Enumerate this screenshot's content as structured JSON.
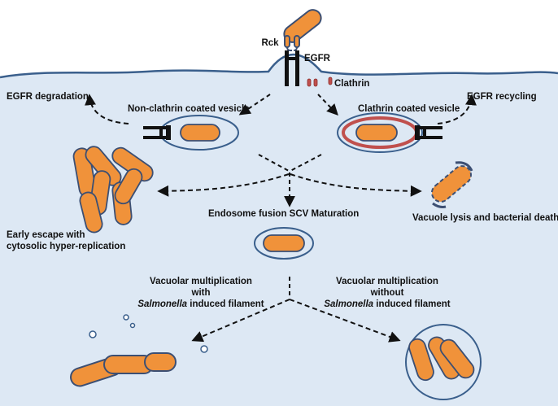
{
  "labels": {
    "rck": "Rck",
    "egfr": "EGFR",
    "clathrin": "Clathrin",
    "egfr_degradation": "EGFR degradation",
    "egfr_recycling": "EGFR recycling",
    "non_clathrin_vesicle": "Non-clathrin coated vesicle",
    "clathrin_vesicle": "Clathrin coated vesicle",
    "endosome_fusion": "Endosome fusion SCV Maturation",
    "vacuole_lysis": "Vacuole lysis and bacterial death",
    "early_escape_line1": "Early escape with",
    "early_escape_line2": "cytosolic hyper-replication",
    "vac_with_line1": "Vacuolar multiplication",
    "vac_with_line2": "with",
    "vac_with_line3_italic": "Salmonella",
    "vac_with_line3_rest": " induced filament",
    "vac_without_line1": "Vacuolar multiplication",
    "vac_without_line2": "without",
    "vac_without_line3_italic": "Salmonella",
    "vac_without_line3_rest": " induced filament"
  },
  "colors": {
    "cytoplasm": "#dde8f4",
    "membrane": "#3a5f8c",
    "bacterium": "#f0923a",
    "bacterium_edge": "#3c4f73",
    "vacuole": "#dde8f4",
    "clathrin": "#c0504d",
    "receptor": "#111111"
  }
}
